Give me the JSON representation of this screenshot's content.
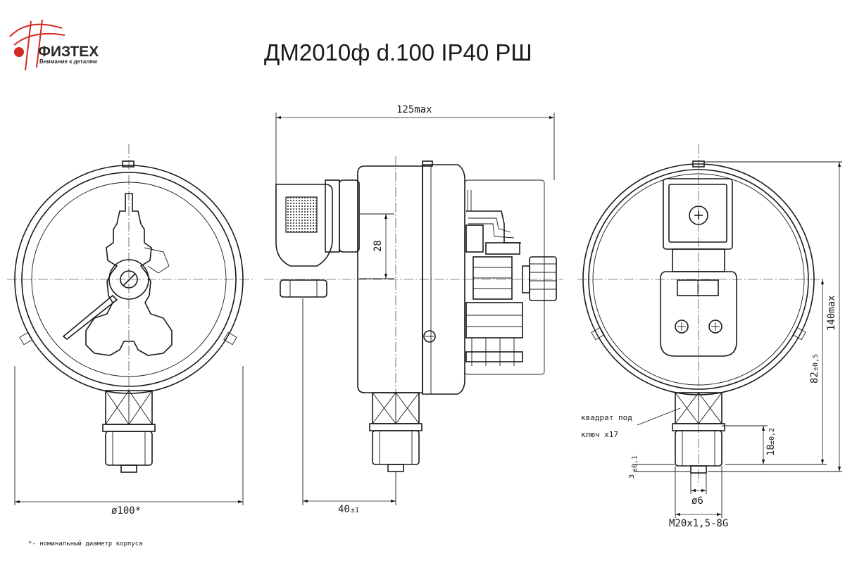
{
  "header": {
    "title": "ДМ2010ф d.100 IP40 РШ"
  },
  "logo": {
    "brand": "ФИЗТЕХ",
    "tagline": "Внимание к деталям",
    "accent_color": "#d42a20"
  },
  "dimensions": {
    "front": {
      "diameter": "ø100*"
    },
    "side": {
      "width": "125max",
      "height_connector": "28",
      "offset": "40",
      "offset_tol": "±1"
    },
    "rear": {
      "height_total": "140max",
      "center_height": "82",
      "center_height_tol": "±0,5",
      "fitting_length": "18",
      "fitting_length_tol": "±0,2",
      "thread_relief": "3",
      "thread_relief_tol": "±0,1",
      "bore": "ø6",
      "thread": "M20x1,5-8G"
    }
  },
  "callouts": {
    "wrench_line1": "квадрат под",
    "wrench_line2": "ключ х17"
  },
  "footnote": "*- номинальный диаметр корпуса"
}
